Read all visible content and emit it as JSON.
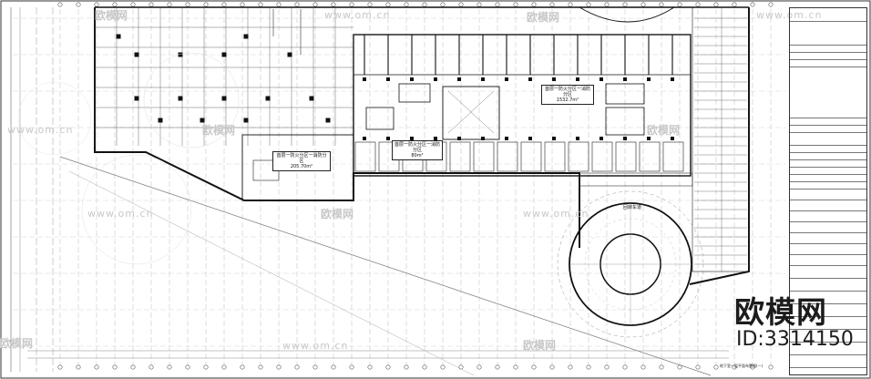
{
  "drawing": {
    "zone_labels": [
      {
        "name": "fire-zone-1",
        "title": "首层一防火分区一消防分区",
        "area": "205.70m²"
      },
      {
        "name": "fire-zone-2",
        "title": "首层一防火分区一消防分区",
        "area": "80m²"
      },
      {
        "name": "fire-zone-3",
        "title": "首层一防火分区一消防分区",
        "area": "1532.7m²"
      }
    ],
    "circle_label": "回转车道",
    "sheet_title": "地下室一层平面布置图(一)"
  },
  "watermark": {
    "brand": "欧模网",
    "id": "ID:3314150",
    "url": "www.om.cn"
  },
  "colors": {
    "line": "#111111",
    "grid": "#bdbdbd",
    "watermark": "#c8c8c8"
  }
}
